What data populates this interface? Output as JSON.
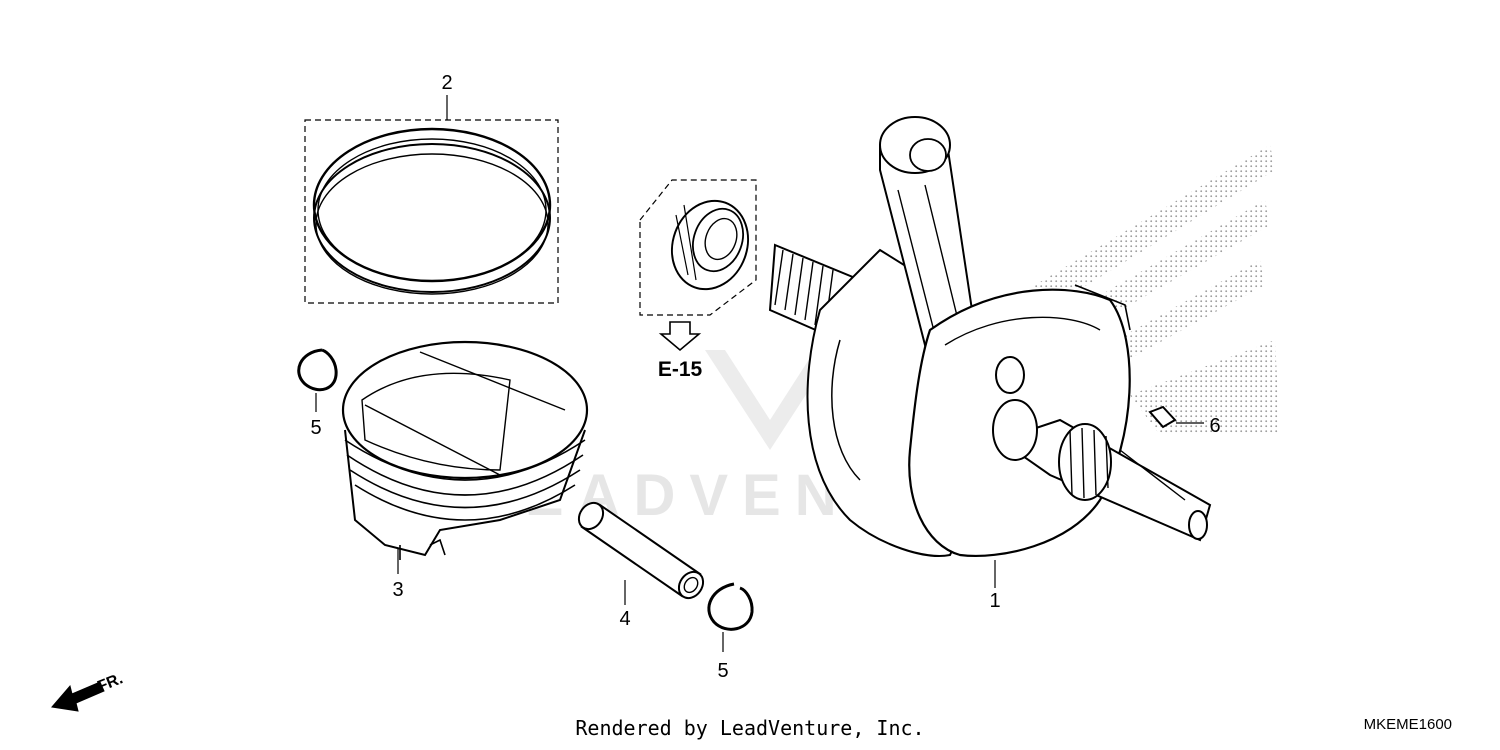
{
  "watermark": {
    "text": "LEADVENTURE"
  },
  "callouts": {
    "crankshaft": "1",
    "piston_ring_set": "2",
    "piston": "3",
    "piston_pin": "4",
    "clip_left": "5",
    "clip_right": "5",
    "woodruff_key": "6"
  },
  "reference": {
    "label": "E-15"
  },
  "direction": {
    "label": "FR."
  },
  "footer": {
    "rendered_by": "Rendered by LeadVenture, Inc.",
    "diagram_code": "MKEME1600"
  }
}
